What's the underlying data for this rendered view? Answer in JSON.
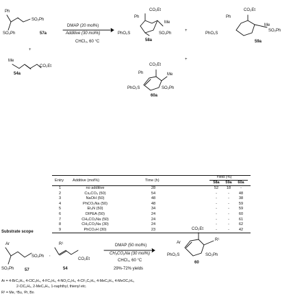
{
  "reaction1": {
    "reagent_line1": "DMAP (20 mol%)",
    "reagent_line2": "Additive (30 mol%)",
    "reagent_line3": "CHCl₃, 60 °C",
    "plus": "+",
    "substrate_57a": {
      "label": "57a",
      "ph_top": "Ph",
      "so2ph": "SO₂Ph",
      "so2ph_left": "SO₂Ph"
    },
    "substrate_54a": {
      "label": "54a",
      "me": "Me",
      "co2et": "CO₂Et"
    },
    "product_58a": {
      "label": "58a",
      "ph": "Ph",
      "me": "Me",
      "co2et": "CO₂Et",
      "pho2s": "PhO₂S",
      "so2ph": "SO₂Ph"
    },
    "product_59a": {
      "label": "59a",
      "ph": "Ph",
      "me": "Me",
      "co2et": "CO₂Et",
      "pho2s": "PhO₂S",
      "so2ph": "SO₂Ph"
    },
    "product_60a": {
      "label": "60a",
      "ph": "Ph",
      "me": "Me",
      "co2et": "CO₂Et",
      "pho2s": "PhO₂S",
      "so2ph": "SO₂Ph"
    }
  },
  "table": {
    "headers": {
      "entry": "Entry",
      "additive": "Additive (mol%)",
      "time": "Time (h)",
      "yield": "Yield (%)",
      "y58a": "58a",
      "y59a": "59a",
      "y60a": "60a"
    },
    "rows": [
      {
        "entry": "1",
        "additive": "no additive",
        "time": "28",
        "y58a": "52",
        "y59a": "18",
        "y60a": "-"
      },
      {
        "entry": "2",
        "additive": "Cs₂CO₃ (50)",
        "time": "54",
        "y58a": "-",
        "y59a": "-",
        "y60a": "48"
      },
      {
        "entry": "3",
        "additive": "NaOH (50)",
        "time": "48",
        "y58a": "-",
        "y59a": "-",
        "y60a": "38"
      },
      {
        "entry": "4",
        "additive": "PhCO₂Na (50)",
        "time": "48",
        "y58a": "-",
        "y59a": "-",
        "y60a": "59"
      },
      {
        "entry": "5",
        "additive": "Et₃N (50)",
        "time": "34",
        "y58a": "-",
        "y59a": "-",
        "y60a": "59"
      },
      {
        "entry": "6",
        "additive": "DIPEA (50)",
        "time": "24",
        "y58a": "-",
        "y59a": "-",
        "y60a": "60"
      },
      {
        "entry": "7",
        "additive": "CH₃CO₂Na (50)",
        "time": "24",
        "y58a": "-",
        "y59a": "-",
        "y60a": "61"
      },
      {
        "entry": "8",
        "additive": "CH₃CO₂Na (30)",
        "time": "24",
        "y58a": "-",
        "y59a": "-",
        "y60a": "62"
      },
      {
        "entry": "9",
        "additive": "PhCO₂H (30)",
        "time": "23",
        "y58a": "-",
        "y59a": "-",
        "y60a": "42"
      }
    ]
  },
  "scope": {
    "heading": "Substrate scope",
    "reagent_line1": "DMAP (50 mol%)",
    "reagent_line2": "CH₃CO₂Na (30 mol%)",
    "reagent_line3": "CHCl₃, 60 °C",
    "yields": "29%-72% yields",
    "ar": "Ar",
    "r1": "R¹",
    "so2ph": "SO₂Ph",
    "co2et": "CO₂Et",
    "pho2s": "PhO₂S",
    "label_57": "57",
    "label_54": "54",
    "label_60": "60",
    "comma": ",",
    "footnote_ar_line1": "Ar = 4-BrC₆H₄, 4-ClC₆H₄, 4-FC₆H₄, 4-NO₂C₆H₄, 4-CF₃C₆H₄, 4-MeC₆H₄, 4-MeOC₆H₄,",
    "footnote_ar_line2": "2-ClC₆H₄, 2-MeC₆H₄, 1-naphthyl, thienyl etc.",
    "footnote_r1": "R¹ = Me, ⁿBu, ⁱPr, Bn"
  }
}
